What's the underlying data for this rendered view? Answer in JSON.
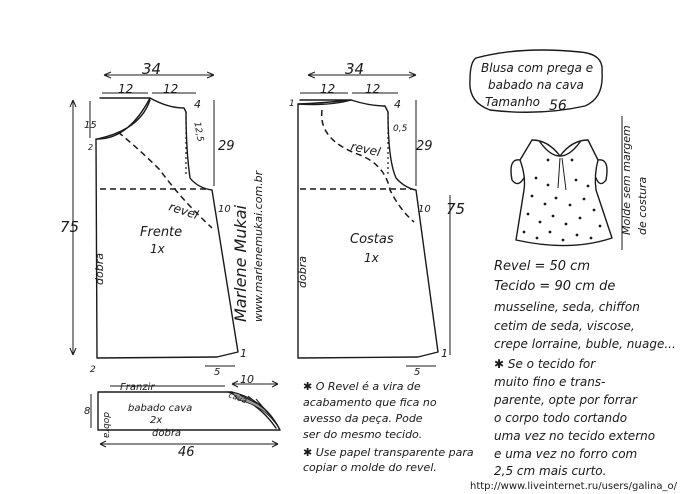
{
  "title": {
    "line1": "Blusa com prega e",
    "line2": "babado na cava",
    "size_label": "Tamanho",
    "size_value": "56"
  },
  "front": {
    "width": "34",
    "neck_w": "12",
    "shoulder_w": "12",
    "height": "75",
    "neck_drop": "15",
    "armhole": "29",
    "shoulder_drop": "4",
    "shoulder_len": "12,5",
    "small_mark": "2",
    "side_a": "10",
    "hem_rise": "1",
    "hem_w": "5",
    "bottom": "2",
    "revel": "revel",
    "fold": "dobra",
    "name": "Frente",
    "count": "1x"
  },
  "back": {
    "width": "34",
    "neck_w": "12",
    "shoulder_w": "12",
    "height": "75",
    "neck_drop": "1",
    "armhole": "29",
    "shoulder_drop": "4",
    "shoulder_len": "0,5",
    "side_a": "10",
    "hem_rise": "1",
    "hem_w": "5",
    "revel": "revel",
    "fold": "dobra",
    "name": "Costas",
    "count": "1x"
  },
  "website_vertical": "www.marlenemukai.com.br",
  "signature": "Marlene Mukai",
  "ruffle": {
    "gather": "Franzir",
    "length": "10",
    "fold_left": "dobra",
    "cava": "cava",
    "name": "babado cava",
    "count": "2x",
    "fold_bottom": "dobra",
    "width": "46",
    "height": "8"
  },
  "note_revel": {
    "lines": [
      "✱ O Revel é a vira de",
      "acabamento que fica no",
      "avesso da peça. Pode",
      "ser do mesmo tecido."
    ],
    "paper": [
      "✱ Use papel transparente para",
      "copiar o molde do revel."
    ]
  },
  "molde": [
    "Molde sem margem",
    "de costura"
  ],
  "revel_spec": "Revel = 50 cm",
  "tecido": {
    "heading": "Tecido = 90 cm de",
    "lines": [
      "musseline, seda, chiffon",
      "cetim de seda, viscose,",
      "crepe lorraine, buble, nuage..."
    ]
  },
  "tip": {
    "lines": [
      "✱ Se o tecido for",
      "muito fino e trans-",
      "parente, opte por forrar",
      "o corpo todo cortando",
      "uma vez no tecido externo",
      "e uma vez no forro com",
      "2,5 cm mais curto."
    ]
  },
  "footer_url": "http://www.liveinternet.ru/users/galina_o/"
}
